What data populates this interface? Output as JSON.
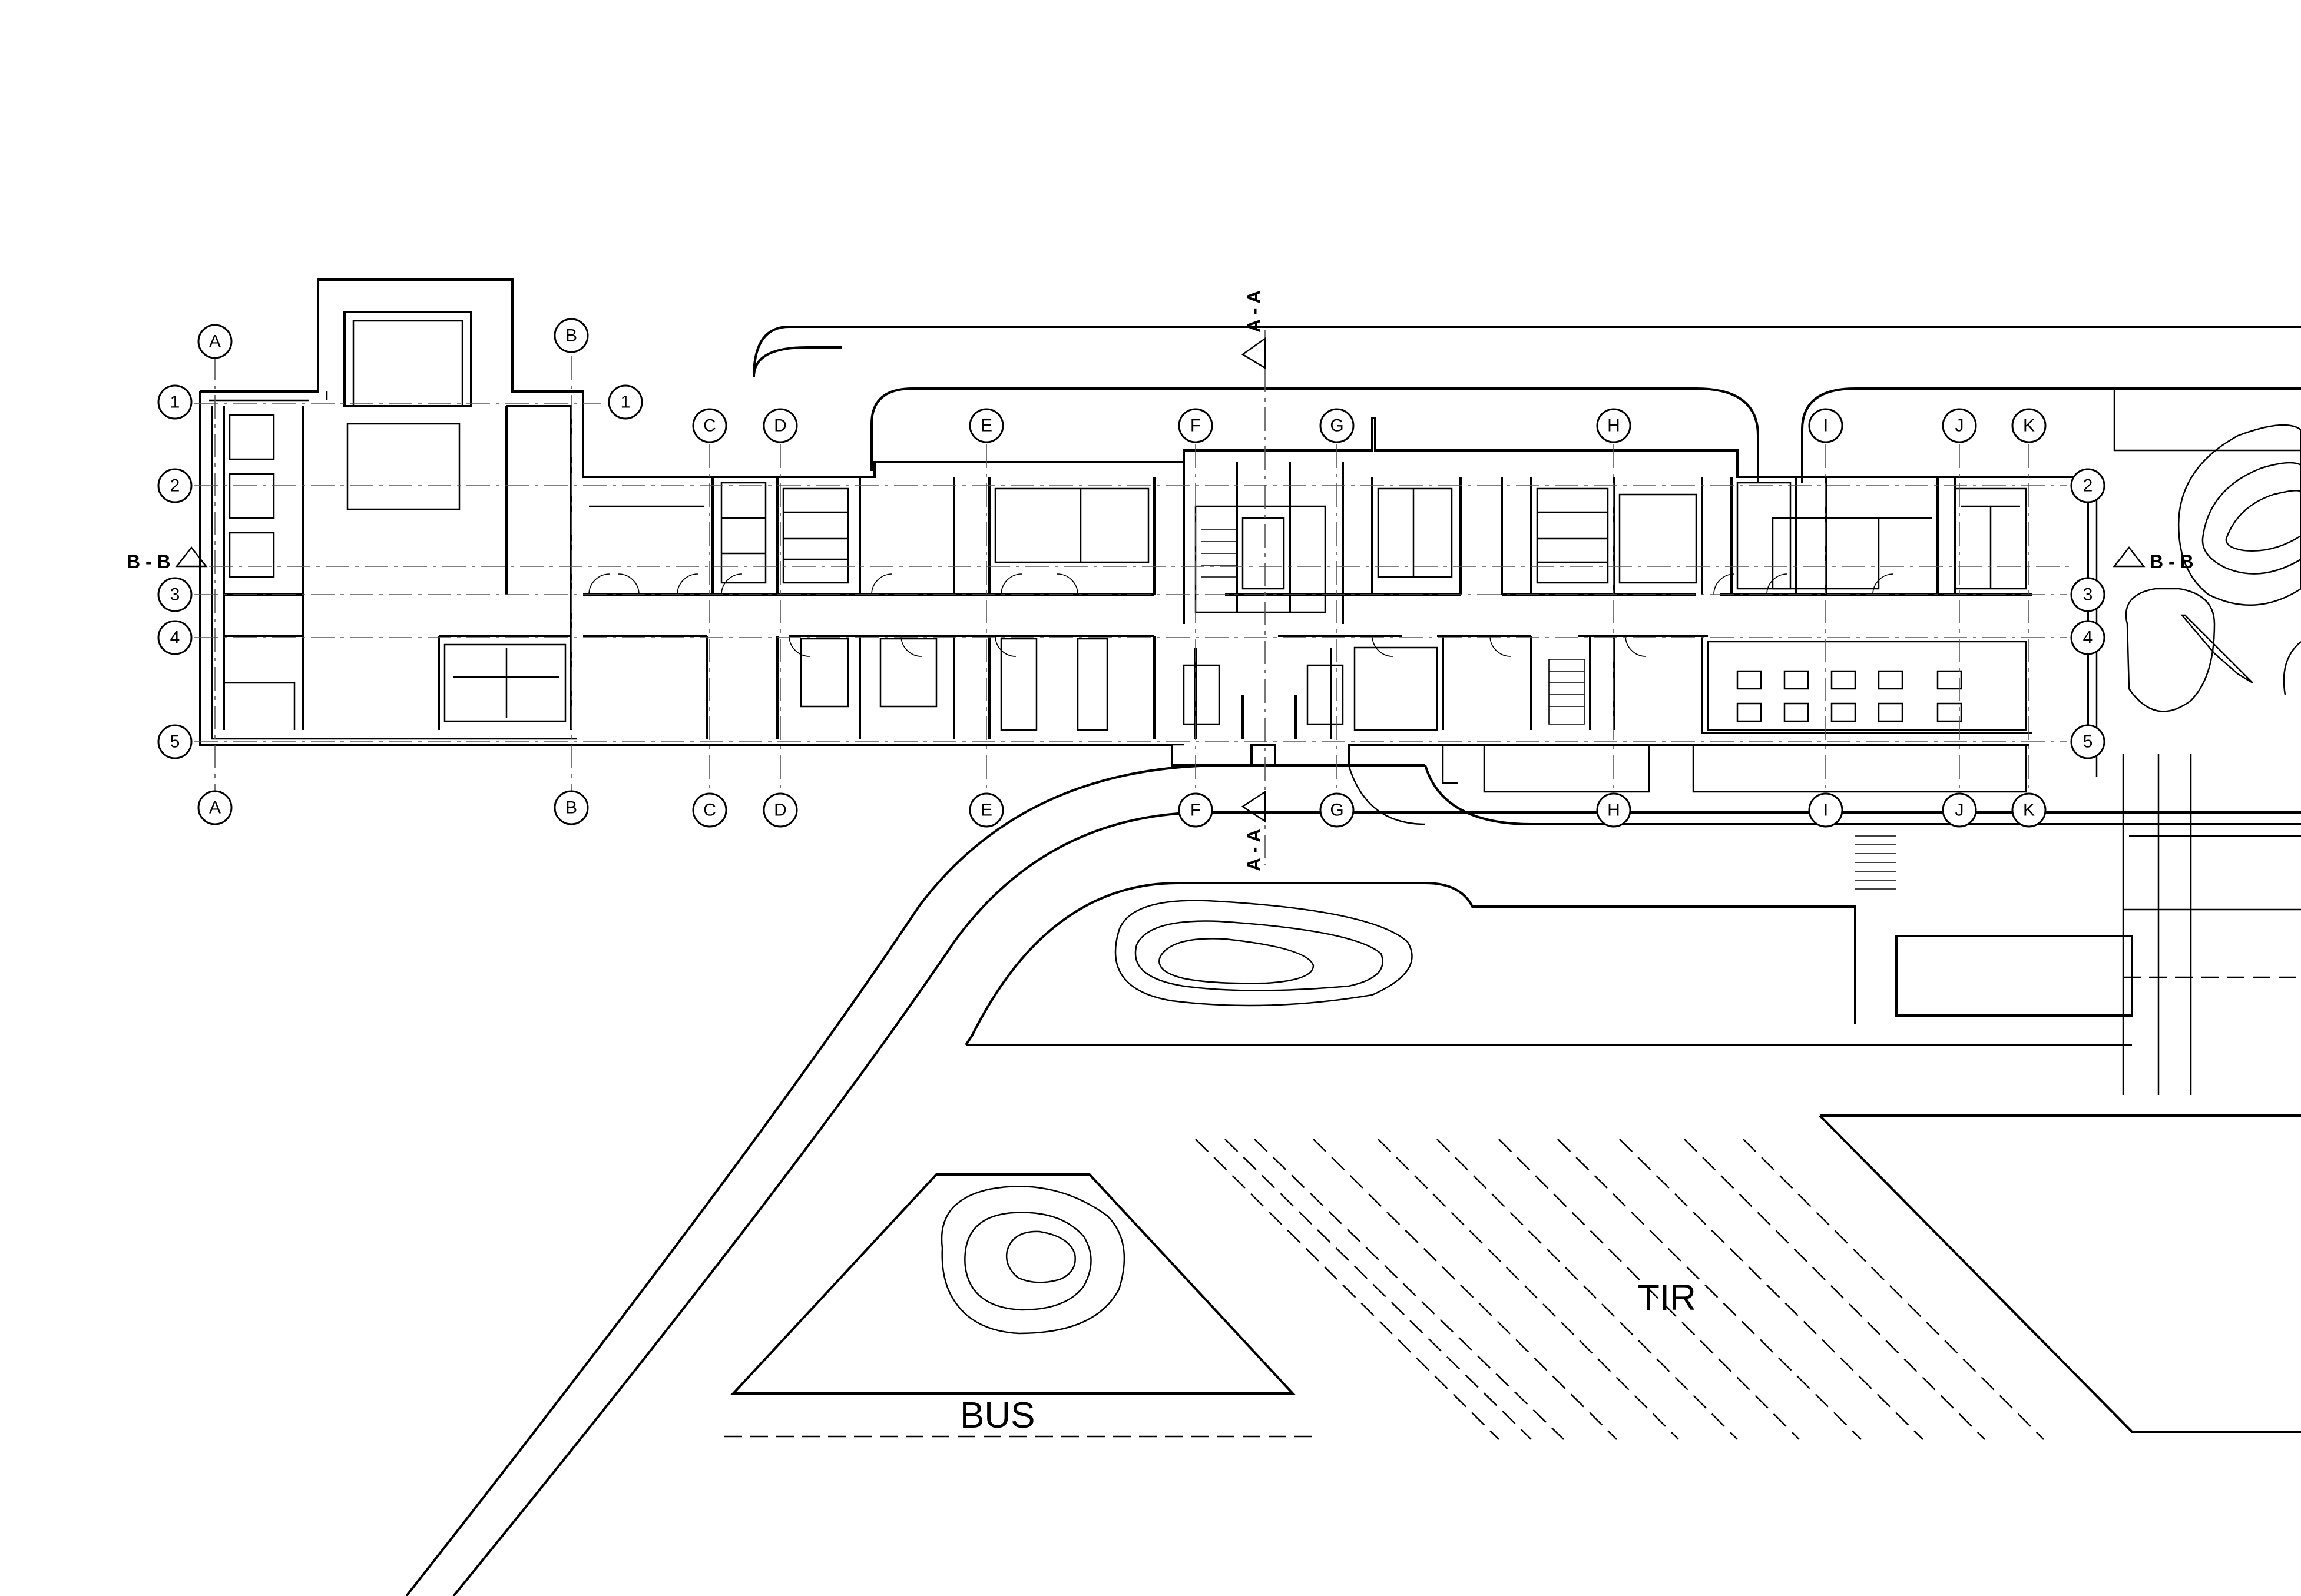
{
  "drawing": {
    "grid_columns": [
      "A",
      "B",
      "C",
      "D",
      "E",
      "F",
      "G",
      "H",
      "I",
      "J",
      "K"
    ],
    "grid_rows": [
      "1",
      "2",
      "3",
      "4",
      "5"
    ],
    "section_marks": {
      "section_a": "A - A",
      "section_b": "B - B"
    },
    "parking_labels": {
      "bus": "BUS",
      "truck": "TIR"
    }
  }
}
